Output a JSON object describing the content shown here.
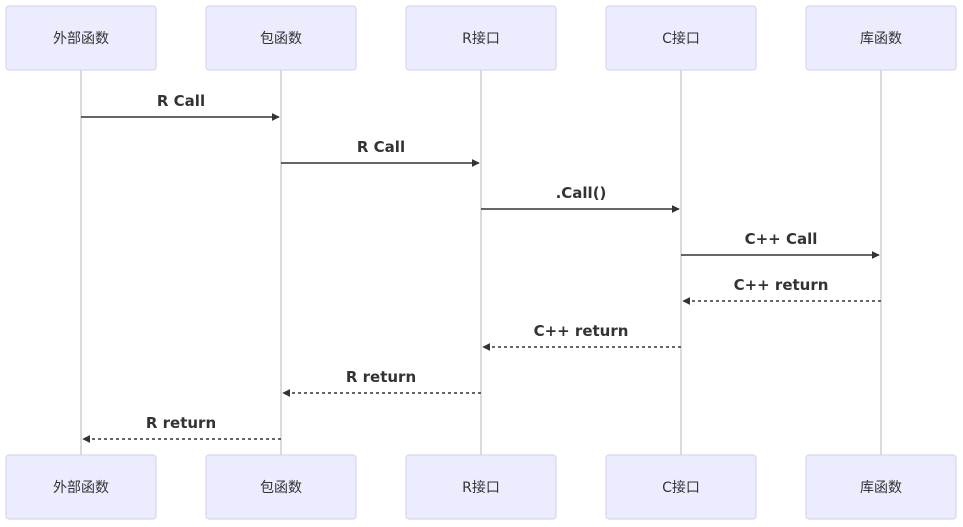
{
  "actors": [
    "外部函数",
    "包函数",
    "R接口",
    "C接口",
    "库函数"
  ],
  "messages": [
    {
      "from": 0,
      "to": 1,
      "label": "R Call",
      "style": "solid"
    },
    {
      "from": 1,
      "to": 2,
      "label": "R Call",
      "style": "solid"
    },
    {
      "from": 2,
      "to": 3,
      "label": ".Call()",
      "style": "solid"
    },
    {
      "from": 3,
      "to": 4,
      "label": "C++ Call",
      "style": "solid"
    },
    {
      "from": 4,
      "to": 3,
      "label": "C++ return",
      "style": "dashed"
    },
    {
      "from": 3,
      "to": 2,
      "label": "C++ return",
      "style": "dashed"
    },
    {
      "from": 2,
      "to": 1,
      "label": "R return",
      "style": "dashed"
    },
    {
      "from": 1,
      "to": 0,
      "label": "R return",
      "style": "dashed"
    }
  ],
  "colors": {
    "actor_fill": "#ececff",
    "actor_border": "#d6d6f0",
    "line": "#333333",
    "lifeline": "#cfcfcf"
  }
}
